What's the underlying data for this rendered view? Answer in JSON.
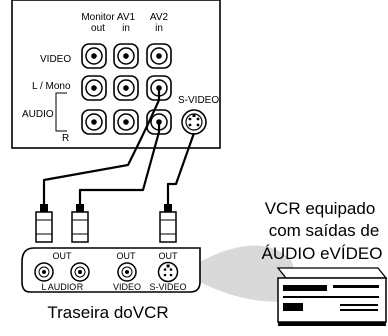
{
  "tv_panel": {
    "col_monitor_out": [
      "Monitor",
      "out"
    ],
    "col_av1_in": [
      "AV1",
      "in"
    ],
    "col_av2_in": [
      "AV2",
      "in"
    ],
    "row_video": "VIDEO",
    "row_lmono": "L / Mono",
    "row_audio": "AUDIO",
    "row_r": "R",
    "svideo": "S-VIDEO"
  },
  "vcr_panel": {
    "out_left": "OUT",
    "out_mid": "OUT",
    "out_right": "OUT",
    "l": "L",
    "audio": "AUDIO",
    "r": "R",
    "video": "VIDEO",
    "svideo": "S-VIDEO",
    "caption": "Traseira doVCR"
  },
  "vcr_callout": [
    "VCR equipado",
    "com saídas de",
    "ÁUDIO eVÍDEO"
  ],
  "colors": {
    "stroke": "#000000",
    "callout_fill": "#d9d9d9",
    "background": "#ffffff"
  }
}
